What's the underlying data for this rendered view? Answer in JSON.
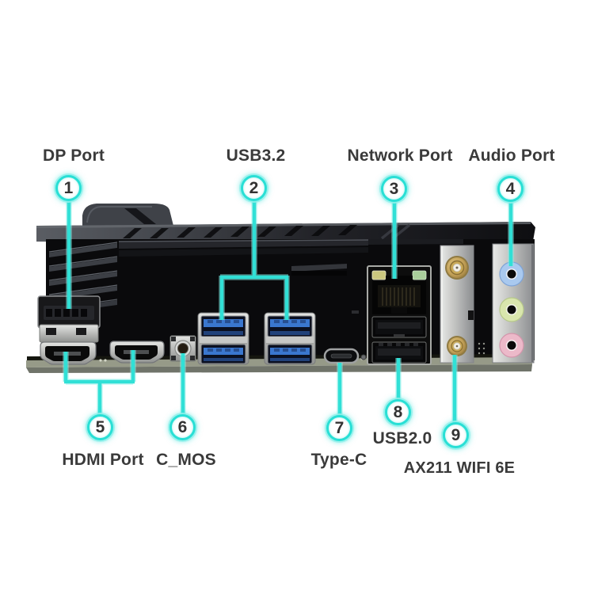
{
  "figure": {
    "type": "motherboard-rear-io-annotated-diagram",
    "accent_color": "#31e0d6",
    "label_color": "#3a3a3a",
    "callouts": [
      {
        "number": "1",
        "label": "DP Port"
      },
      {
        "number": "2",
        "label": "USB3.2"
      },
      {
        "number": "3",
        "label": "Network Port"
      },
      {
        "number": "4",
        "label": "Audio Port"
      },
      {
        "number": "5",
        "label": "HDMI Port"
      },
      {
        "number": "6",
        "label": "C_MOS"
      },
      {
        "number": "7",
        "label": "Type-C"
      },
      {
        "number": "8",
        "label": "USB2.0"
      },
      {
        "number": "9",
        "label": "AX211 WIFI 6E"
      }
    ]
  }
}
